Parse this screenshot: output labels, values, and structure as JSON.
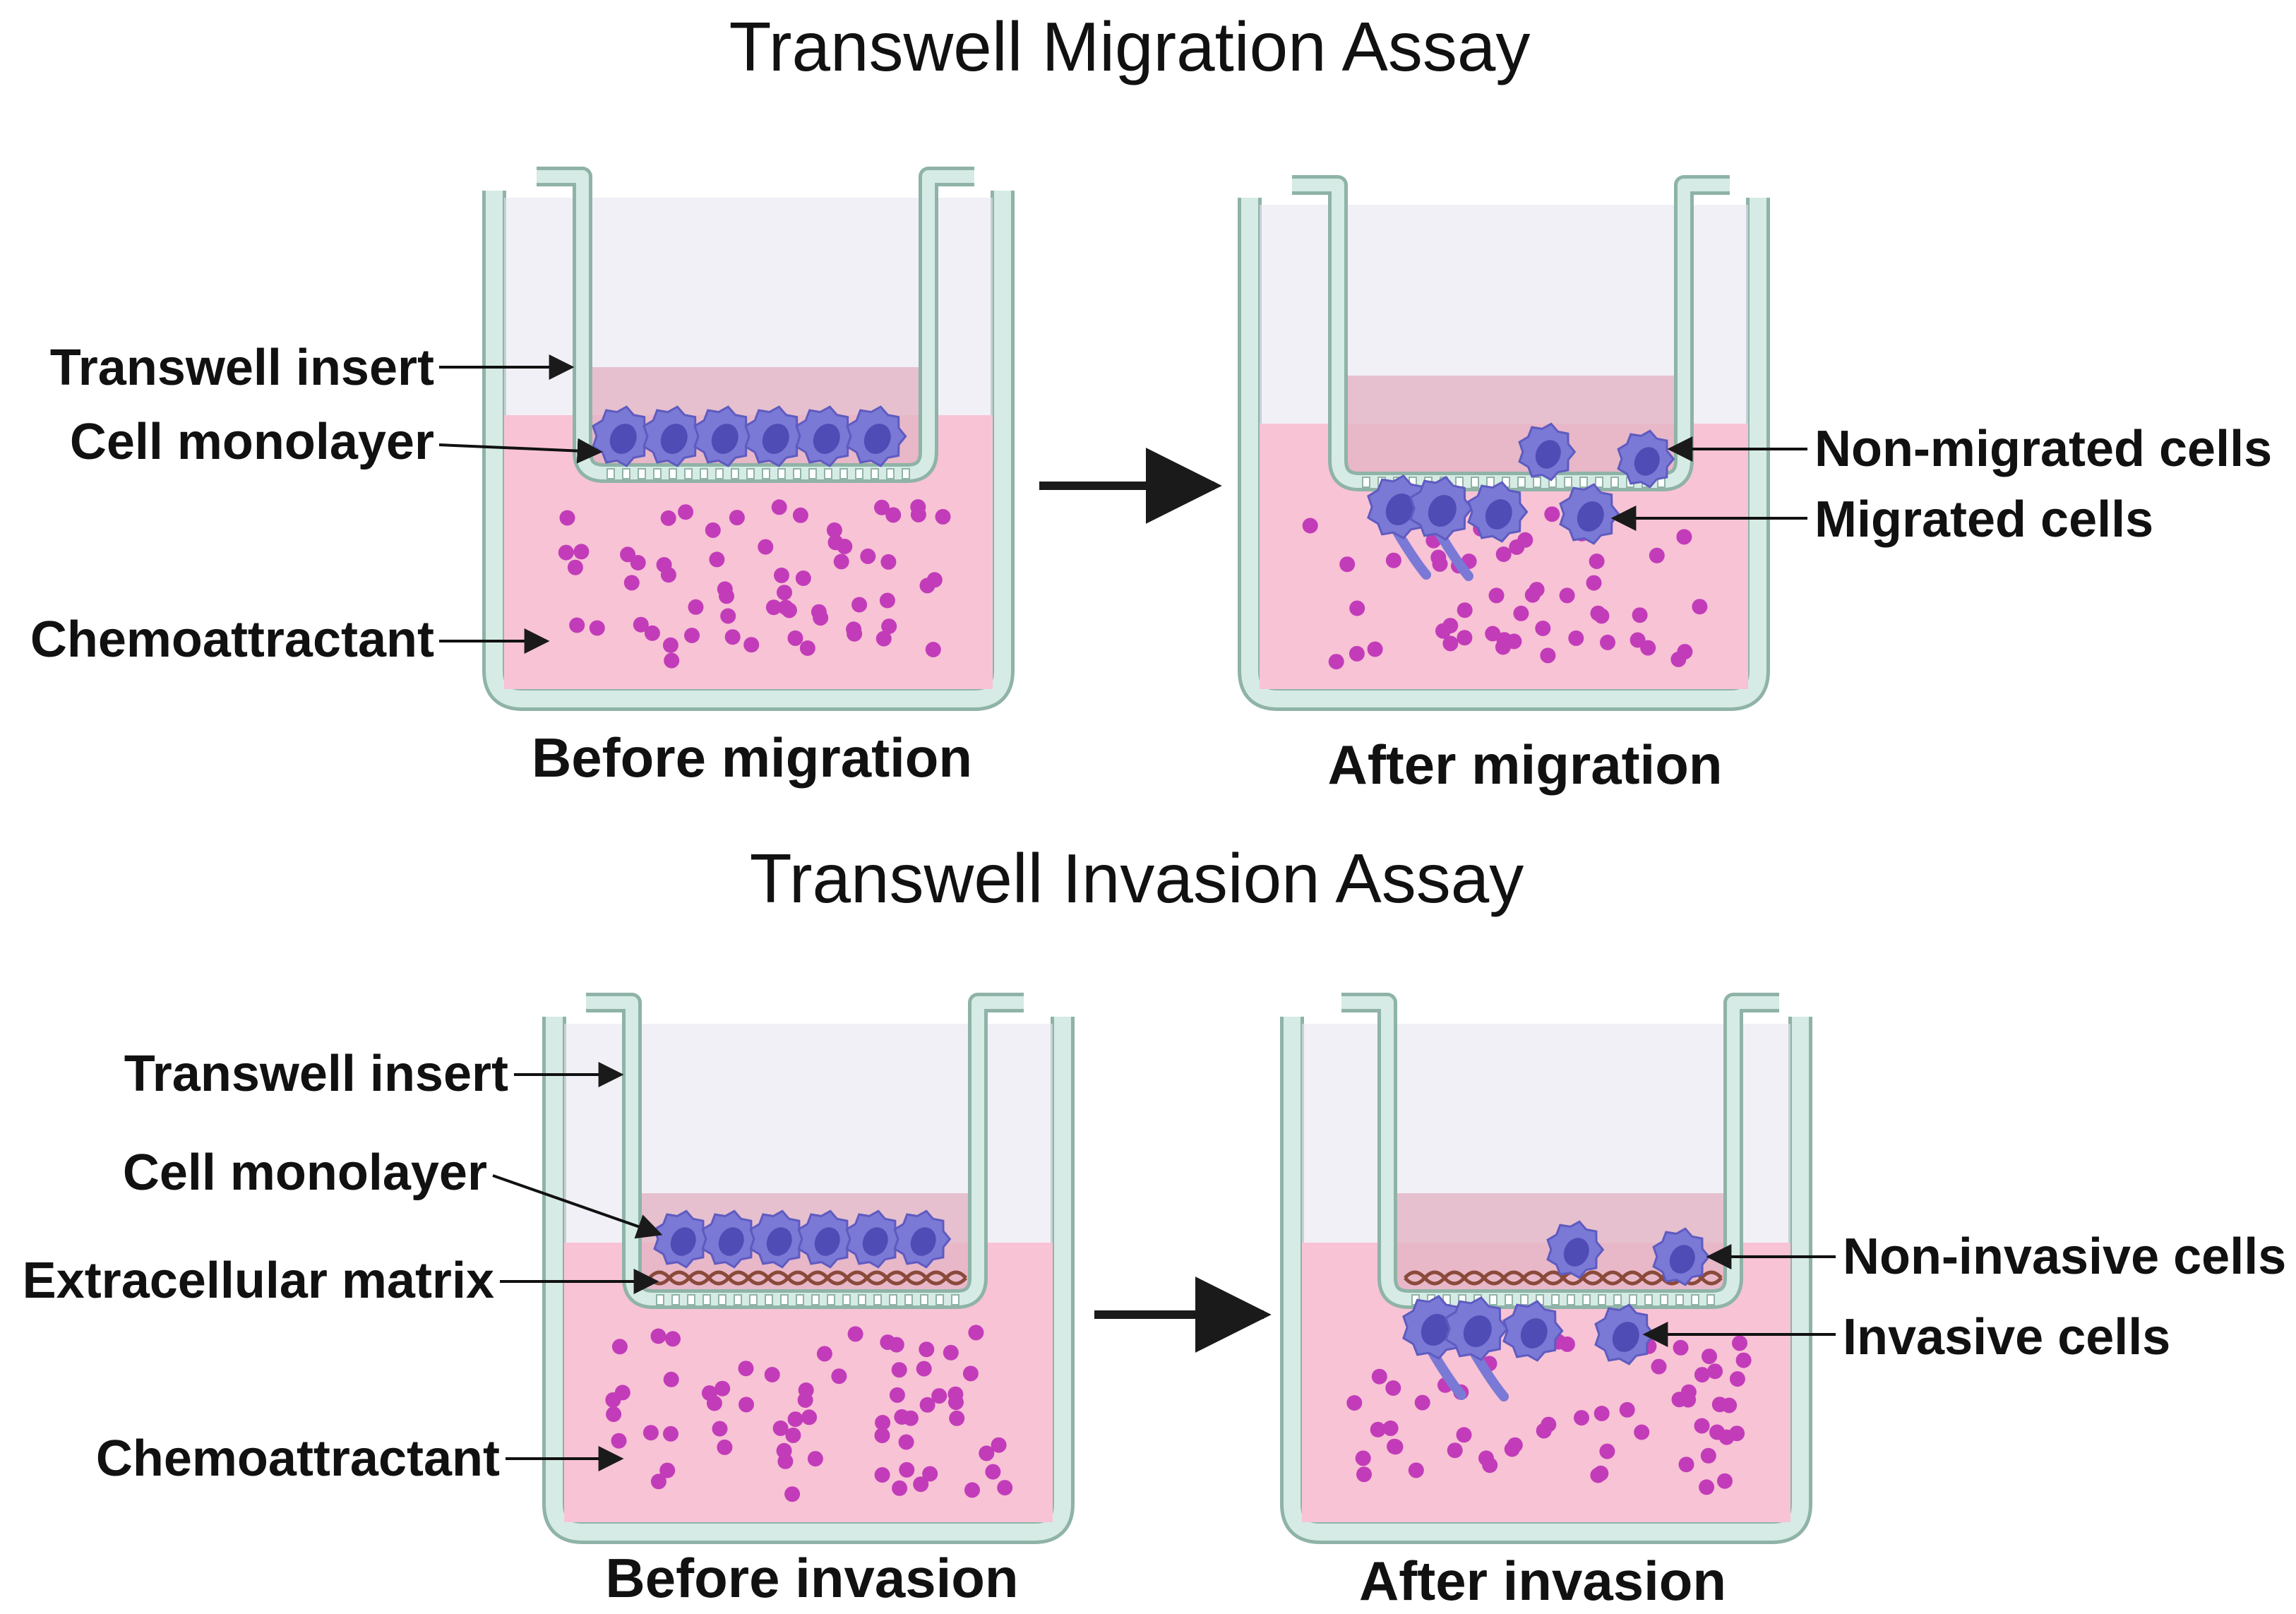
{
  "colors": {
    "well_wall": "#d6ebe5",
    "well_outline": "#8fb3a7",
    "medium_upper": "#e8e6f2",
    "medium_pink": "#f8c3d5",
    "insert_medium": "#e3b4c4",
    "chemo_dot": "#c23cb9",
    "cell_body": "#7b79d6",
    "cell_nucleus": "#4f4cb5",
    "matrix": "#8a4a3a",
    "arrow": "#1a1a1a"
  },
  "migration": {
    "title": "Transwell Migration Assay",
    "before": {
      "caption": "Before migration",
      "labels": {
        "insert": "Transwell insert",
        "monolayer": "Cell monolayer",
        "chemo": "Chemoattractant"
      }
    },
    "after": {
      "caption": "After migration",
      "labels": {
        "non_migrated": "Non-migrated cells",
        "migrated": "Migrated cells"
      }
    }
  },
  "invasion": {
    "title": "Transwell Invasion Assay",
    "before": {
      "caption": "Before invasion",
      "labels": {
        "insert": "Transwell insert",
        "monolayer": "Cell monolayer",
        "matrix": "Extracellular matrix",
        "chemo": "Chemoattractant"
      }
    },
    "after": {
      "caption": "After invasion",
      "labels": {
        "non_invasive": "Non-invasive cells",
        "invasive": "Invasive cells"
      }
    }
  }
}
